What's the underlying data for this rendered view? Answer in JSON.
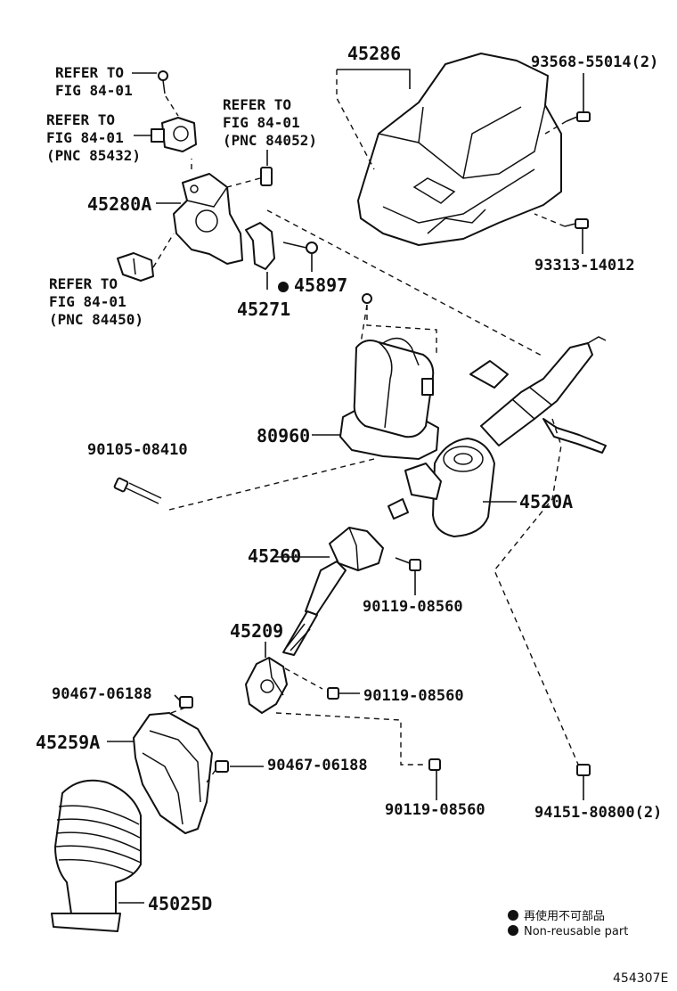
{
  "labels": {
    "refer_1": [
      "REFER TO",
      "FIG 84-01"
    ],
    "refer_2": [
      "REFER TO",
      "FIG 84-01",
      "(PNC 85432)"
    ],
    "refer_3": [
      "REFER TO",
      "FIG 84-01",
      "(PNC 84052)"
    ],
    "refer_4": [
      "REFER TO",
      "FIG 84-01",
      "(PNC 84450)"
    ],
    "p45286": "45286",
    "p93568": "93568-55014(2)",
    "p93313": "93313-14012",
    "p45280A": "45280A",
    "p45897": "45897",
    "p45271": "45271",
    "p80960": "80960",
    "p90105": "90105-08410",
    "p4520A": "4520A",
    "p45260": "45260",
    "p90119a": "90119-08560",
    "p45209": "45209",
    "p90119b": "90119-08560",
    "p90467a": "90467-06188",
    "p45259A": "45259A",
    "p90467b": "90467-06188",
    "p90119c": "90119-08560",
    "p94151": "94151-80800(2)",
    "p45025D": "45025D"
  },
  "legend": {
    "line1": "再使用不可部品",
    "line2": "Non-reusable part"
  },
  "figure_code": "454307E"
}
